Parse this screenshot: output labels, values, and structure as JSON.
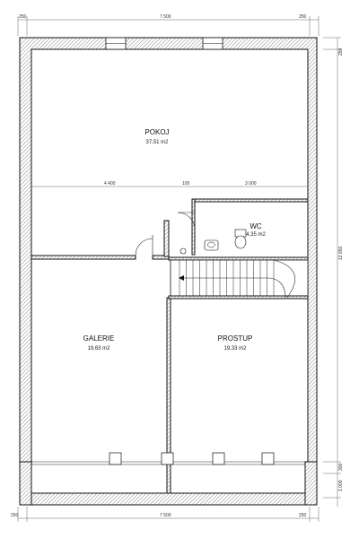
{
  "dimensions": {
    "top_left": "250",
    "top_total": "7 500",
    "top_right": "250",
    "bottom_left": "250",
    "bottom_total": "7 500",
    "bottom_right": "250",
    "right_top": "250",
    "right_total": "12 850",
    "right_a": "300",
    "right_b": "1 000",
    "inner_left": "4 400",
    "inner_mid": "100",
    "inner_right": "3 000"
  },
  "rooms": {
    "pokoj": {
      "name": "POKOJ",
      "area": "37,51 m2"
    },
    "wc": {
      "name": "WC",
      "area": "4,35 m2"
    },
    "galerie": {
      "name": "GALERIE",
      "area": "19,63 m2"
    },
    "prostup": {
      "name": "PROSTUP",
      "area": "19,33 m2"
    }
  },
  "colors": {
    "wall_stroke": "#111111",
    "hatch": "#555555"
  },
  "stairs": {
    "steps": 14
  }
}
